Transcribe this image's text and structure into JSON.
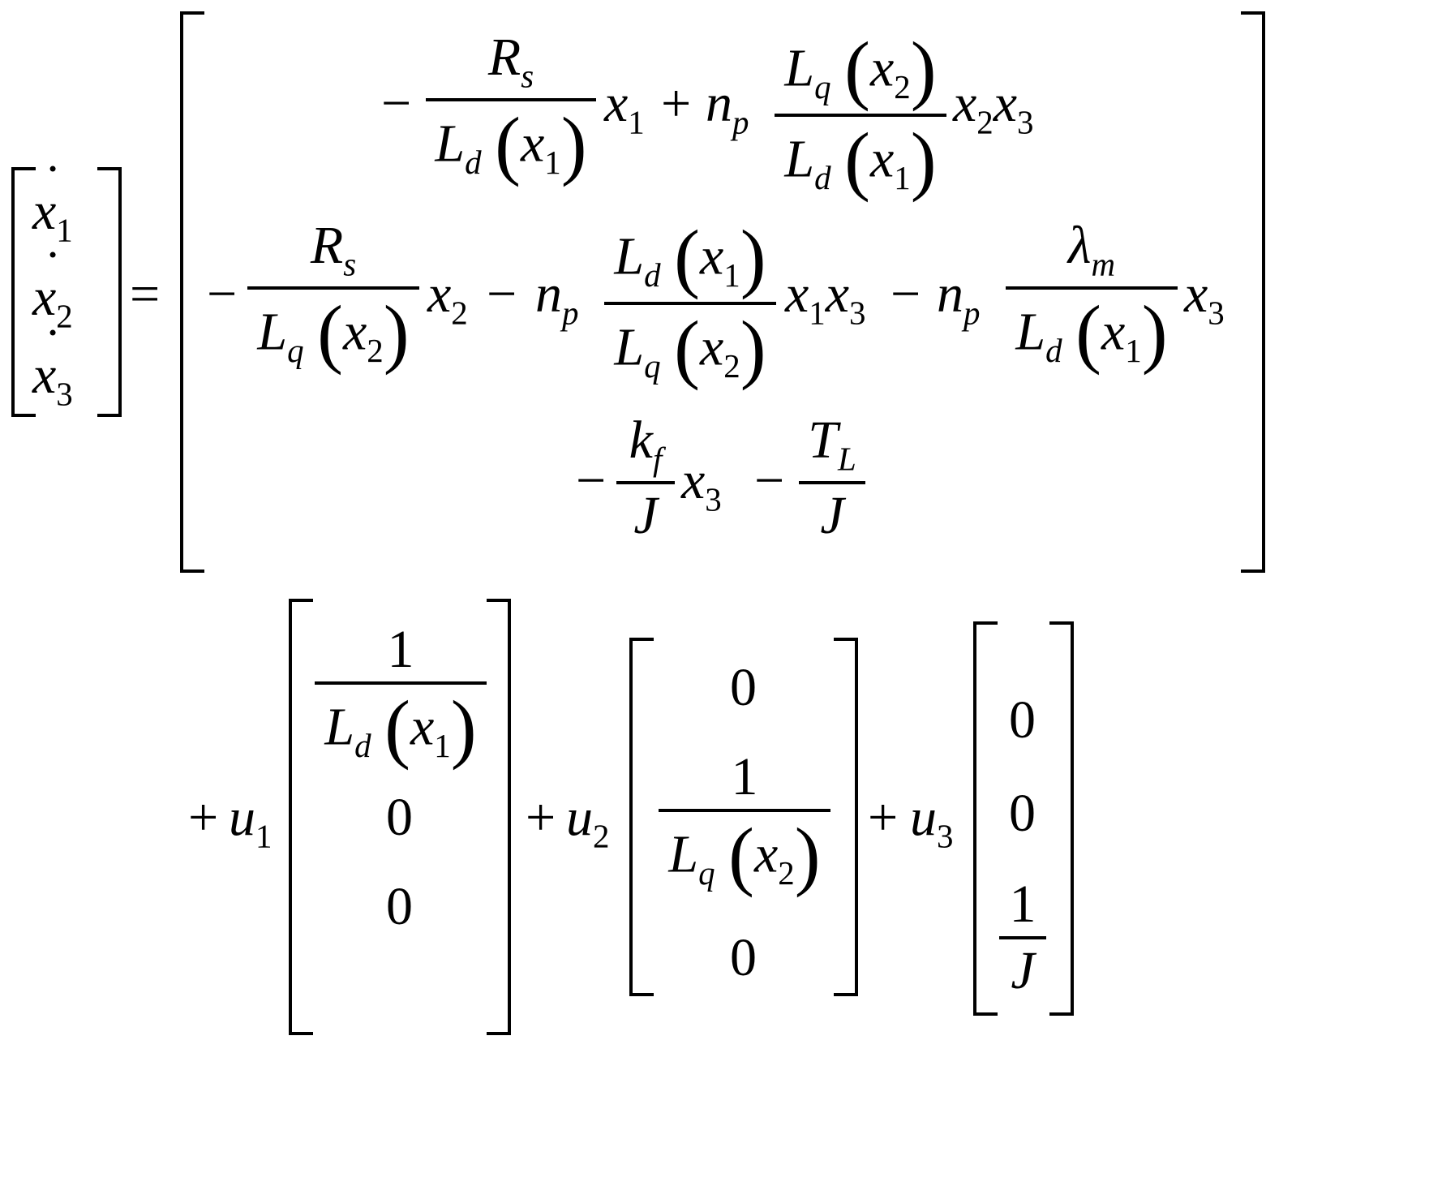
{
  "equation": {
    "lhs": {
      "entries": [
        "ẋ1",
        "ẋ2",
        "ẋ3"
      ],
      "equals": "="
    },
    "drift_vector": {
      "row1": {
        "sign1": "−",
        "frac1": {
          "num": "R_s",
          "den": "L_d(x_1)"
        },
        "term1": "x_1",
        "sign2": "+",
        "coef2": "n_p",
        "frac2": {
          "num": "L_q(x_2)",
          "den": "L_d(x_1)"
        },
        "term2": "x_2 x_3"
      },
      "row2": {
        "sign1": "−",
        "frac1": {
          "num": "R_s",
          "den": "L_q(x_2)"
        },
        "term1": "x_2",
        "sign2": "−",
        "coef2": "n_p",
        "frac2": {
          "num": "L_d(x_1)",
          "den": "L_q(x_2)"
        },
        "term2": "x_1 x_3",
        "sign3": "−",
        "coef3": "n_p",
        "frac3": {
          "num": "λ_m",
          "den": "L_d(x_1)"
        },
        "term3": "x_3"
      },
      "row3": {
        "sign1": "−",
        "frac1": {
          "num": "k_f",
          "den": "J"
        },
        "term1": "x_3",
        "sign2": "−",
        "frac2": {
          "num": "T_L",
          "den": "J"
        }
      }
    },
    "input_terms": [
      {
        "sign": "+",
        "input": "u_1",
        "vector": [
          "1/L_d(x_1)",
          "0",
          "0"
        ]
      },
      {
        "sign": "+",
        "input": "u_2",
        "vector": [
          "0",
          "1/L_q(x_2)",
          "0"
        ]
      },
      {
        "sign": "+",
        "input": "u_3",
        "vector": [
          "0",
          "0",
          "1/J"
        ]
      }
    ],
    "symbols": {
      "x": "x",
      "L": "L",
      "R": "R",
      "n": "n",
      "u": "u",
      "k": "k",
      "T": "T",
      "J": "J",
      "lambda": "λ",
      "sub_d": "d",
      "sub_q": "q",
      "sub_s": "s",
      "sub_p": "p",
      "sub_m": "m",
      "sub_f": "f",
      "sub_L": "L",
      "one": "1",
      "two": "2",
      "three": "3",
      "zero": "0",
      "minus": "−",
      "plus": "+",
      "equals": "=",
      "lparen": "(",
      "rparen": ")",
      "dot": "˙"
    }
  }
}
